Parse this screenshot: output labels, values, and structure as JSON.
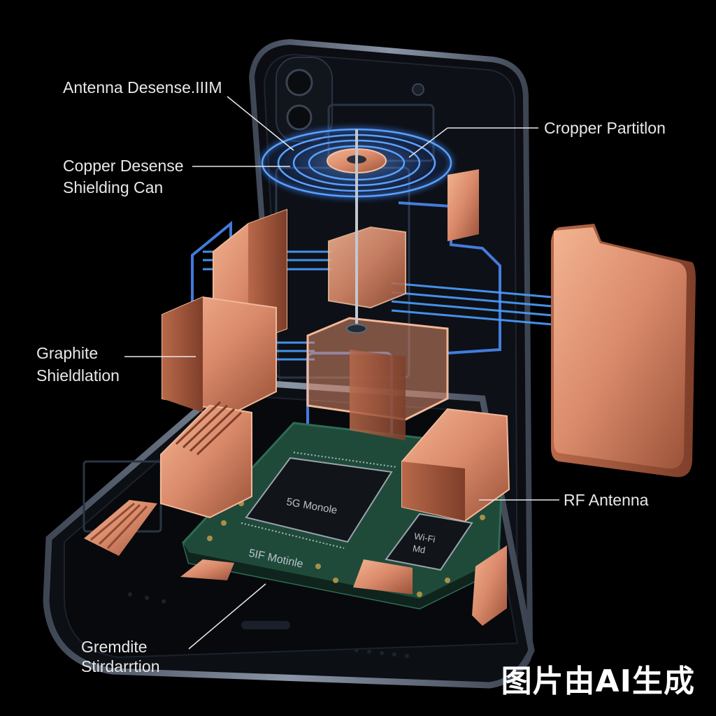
{
  "labels": {
    "antenna_desense": "Antenna Desense.IIIM",
    "copper_desense_line1": "Copper Desense",
    "copper_desense_line2": "Shielding Can",
    "cropper_partition": "Cropper Partitlon",
    "graphite_line1": "Graphite",
    "graphite_line2": "Shieldlation",
    "rf_antenna": "RF Antenna",
    "gremdite_line1": "Gremdite",
    "gremdite_line2": "Stirdarrtion"
  },
  "chips": {
    "main": "5G Monole",
    "secondary": "5IF Motinle",
    "wifi_line1": "Wi-Fi",
    "wifi_line2": "Md"
  },
  "watermark": "图片由AI生成",
  "colors": {
    "background": "#000000",
    "copper": "#d9896a",
    "copper_dark": "#8f4b33",
    "glow_blue": "#3f8cff",
    "pcb_green": "#1f4a3a",
    "phone_frame": "#5f6d80"
  }
}
